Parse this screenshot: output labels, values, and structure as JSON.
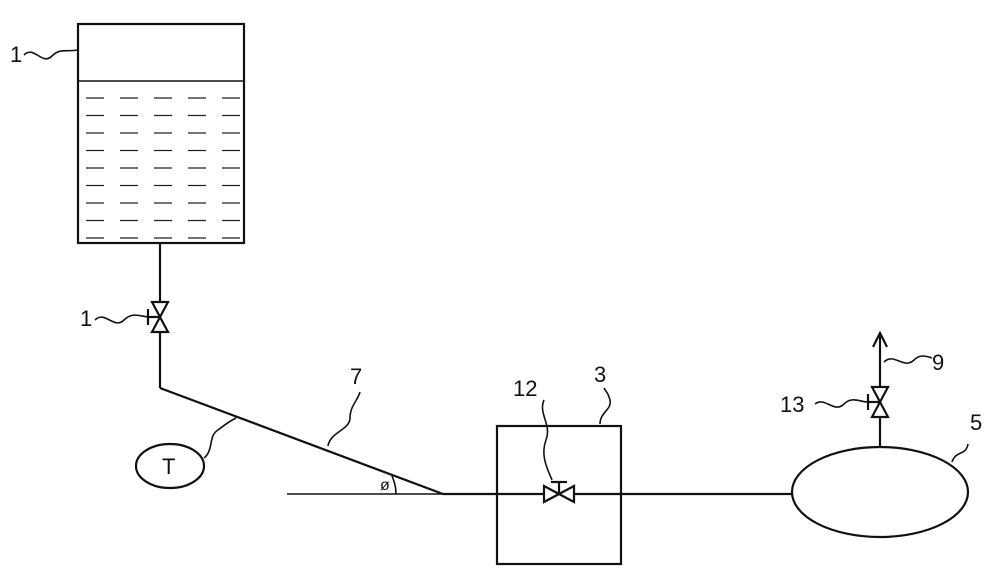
{
  "labels": {
    "tank": "1",
    "valve_upper": "1",
    "pipe_inclined": "7",
    "temp_sensor": "T",
    "angle": "ø",
    "valve_inner": "12",
    "enclosure": "3",
    "valve_outlet": "13",
    "outlet_arrow": "9",
    "vessel": "5"
  }
}
